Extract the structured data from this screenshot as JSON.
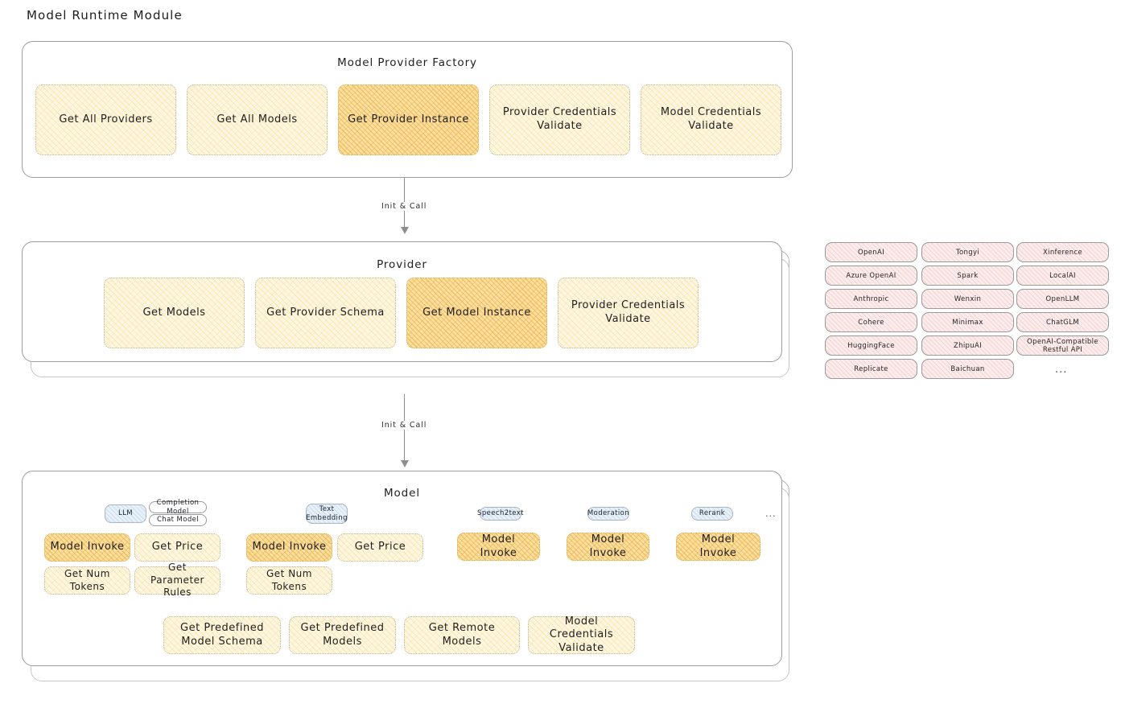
{
  "page": {
    "title": "Model Runtime Module"
  },
  "factory": {
    "title": "Model Provider Factory",
    "nodes": [
      {
        "label": "Get All Providers",
        "highlighted": false
      },
      {
        "label": "Get All Models",
        "highlighted": false
      },
      {
        "label": "Get Provider Instance",
        "highlighted": true
      },
      {
        "label": "Provider Credentials Validate",
        "highlighted": false
      },
      {
        "label": "Model Credentials Validate",
        "highlighted": false
      }
    ]
  },
  "arrow1": {
    "label": "Init & Call"
  },
  "provider": {
    "title": "Provider",
    "nodes": [
      {
        "label": "Get Models",
        "highlighted": false
      },
      {
        "label": "Get Provider Schema",
        "highlighted": false
      },
      {
        "label": "Get Model Instance",
        "highlighted": true
      },
      {
        "label": "Provider Credentials Validate",
        "highlighted": false
      }
    ]
  },
  "provider_list": {
    "columns": [
      [
        "OpenAI",
        "Azure OpenAI",
        "Anthropic",
        "Cohere",
        "HuggingFace",
        "Replicate"
      ],
      [
        "Tongyi",
        "Spark",
        "Wenxin",
        "Minimax",
        "ZhipuAI",
        "Baichuan"
      ],
      [
        "Xinference",
        "LocalAI",
        "OpenLLM",
        "ChatGLM",
        "OpenAI-Compatible Restful API"
      ]
    ],
    "more": "..."
  },
  "arrow2": {
    "label": "Init & Call"
  },
  "model": {
    "title": "Model",
    "more": "...",
    "types": [
      {
        "name": "LLM",
        "subtypes": [
          "Completion Model",
          "Chat Model"
        ],
        "nodes": [
          {
            "label": "Model Invoke",
            "highlighted": true
          },
          {
            "label": "Get Price",
            "highlighted": false
          },
          {
            "label": "Get Num Tokens",
            "highlighted": false
          },
          {
            "label": "Get Parameter Rules",
            "highlighted": false
          }
        ]
      },
      {
        "name": "Text Embedding",
        "subtypes": [],
        "nodes": [
          {
            "label": "Model Invoke",
            "highlighted": true
          },
          {
            "label": "Get Price",
            "highlighted": false
          },
          {
            "label": "Get Num Tokens",
            "highlighted": false
          }
        ]
      },
      {
        "name": "Speech2text",
        "subtypes": [],
        "nodes": [
          {
            "label": "Model Invoke",
            "highlighted": true
          }
        ]
      },
      {
        "name": "Moderation",
        "subtypes": [],
        "nodes": [
          {
            "label": "Model Invoke",
            "highlighted": true
          }
        ]
      },
      {
        "name": "Rerank",
        "subtypes": [],
        "nodes": [
          {
            "label": "Model Invoke",
            "highlighted": true
          }
        ]
      }
    ],
    "common_nodes": [
      {
        "label": "Get Predefined Model Schema"
      },
      {
        "label": "Get Predefined Models"
      },
      {
        "label": "Get Remote Models"
      },
      {
        "label": "Model Credentials Validate"
      }
    ]
  },
  "colors": {
    "node_fill": "#fdf6e0",
    "node_highlight_fill": "#fbdfa3",
    "chip_fill": "#e8f1f9",
    "pill_fill": "#fcecec",
    "panel_border": "#9c9c9c"
  }
}
